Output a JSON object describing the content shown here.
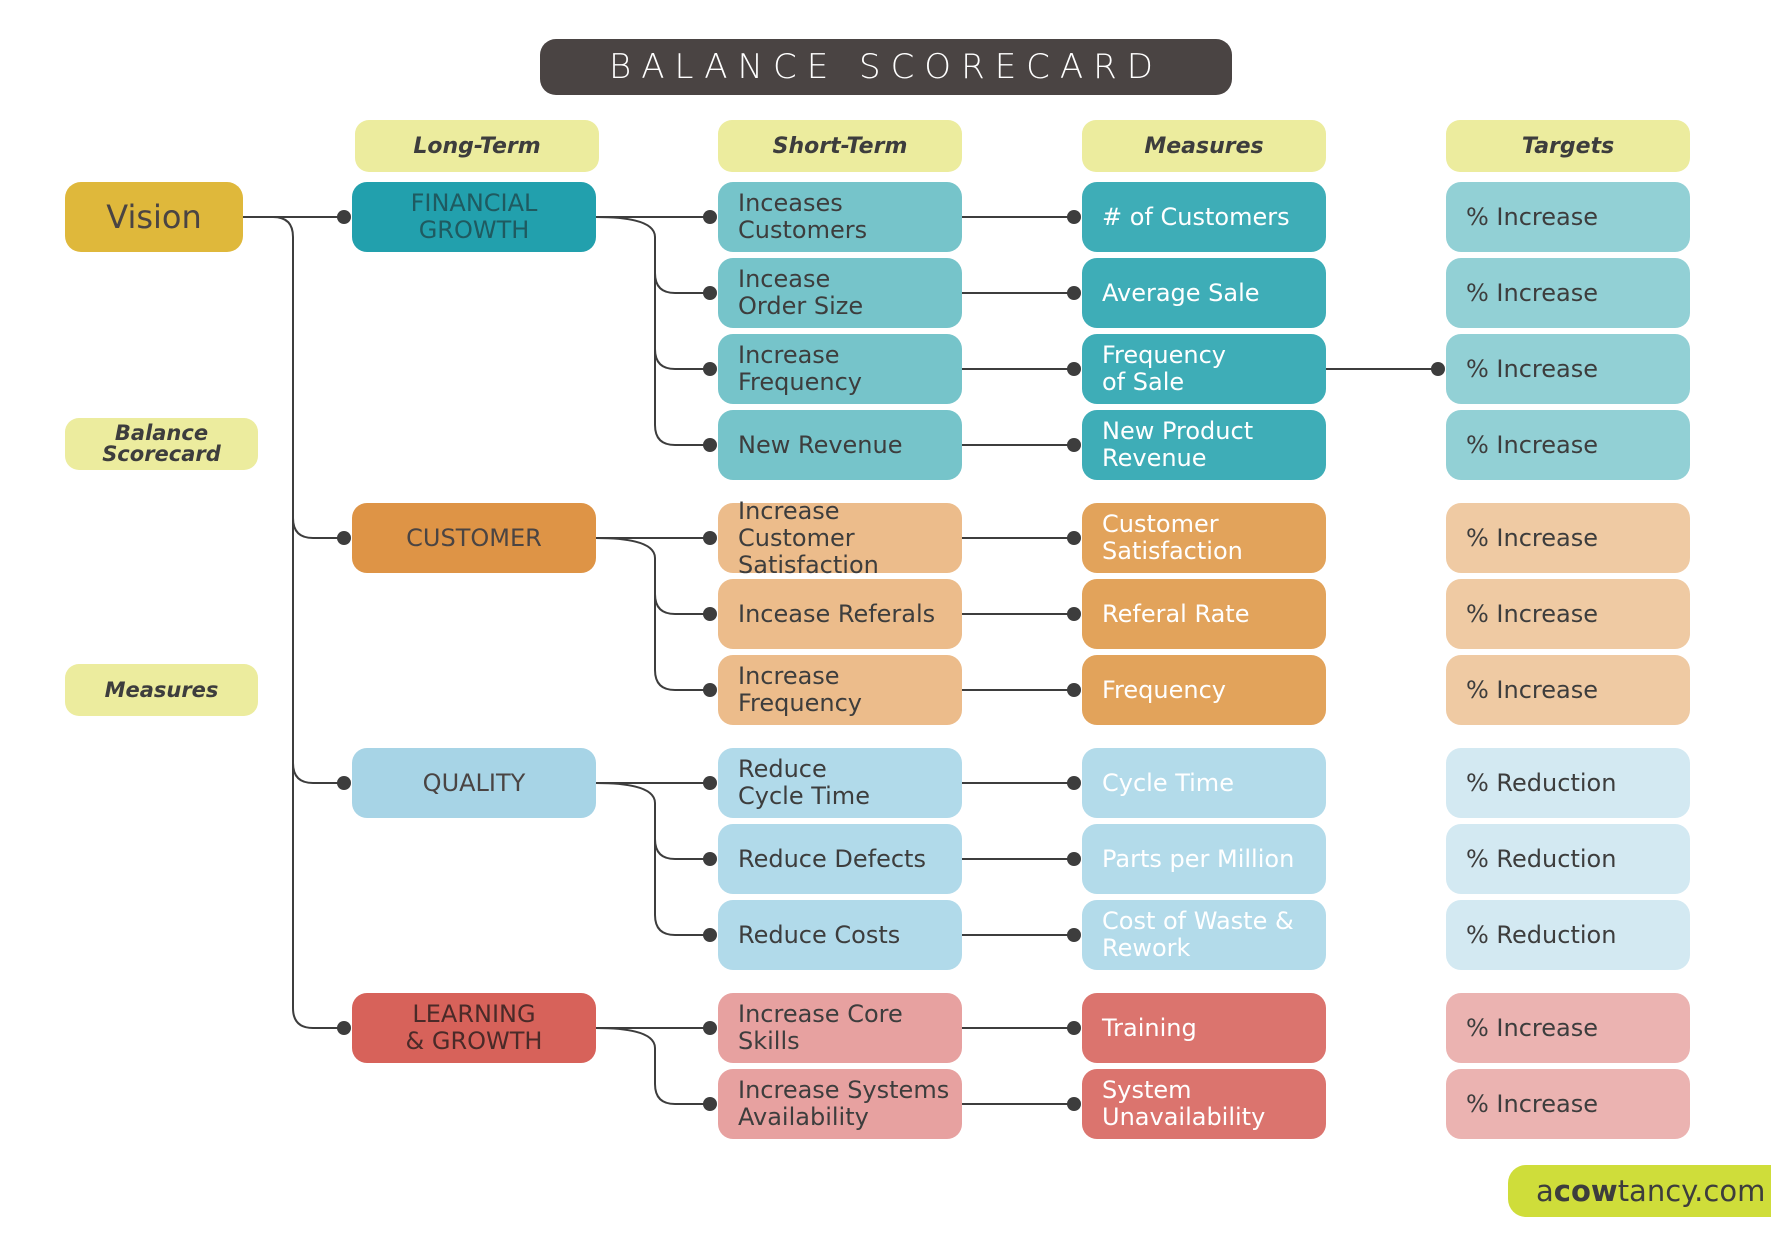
{
  "title": "BALANCE SCORECARD",
  "headers": {
    "long_term": "Long-Term",
    "short_term": "Short-Term",
    "measures": "Measures",
    "targets": "Targets"
  },
  "side_labels": {
    "vision": "Vision",
    "balance_scorecard": "Balance\nScorecard",
    "measures": "Measures"
  },
  "brand": {
    "pre": "a",
    "bold": "cow",
    "post": "tancy.com"
  },
  "categories": [
    {
      "name": "FINANCIAL\nGROWTH",
      "colors": {
        "cat": "#22a0ad",
        "cat_text": "#1f5a60",
        "st": "#76c4ca",
        "ms": "#3eadb7",
        "tg": "#92d0d5"
      },
      "rows": [
        {
          "short_term": "Inceases\nCustomers",
          "measure": "# of Customers",
          "target": "% Increase"
        },
        {
          "short_term": "Incease\nOrder Size",
          "measure": "Average Sale",
          "target": "% Increase"
        },
        {
          "short_term": "Increase\nFrequency",
          "measure": "Frequency\nof Sale",
          "target": "% Increase"
        },
        {
          "short_term": "New Revenue",
          "measure": "New Product\nRevenue",
          "target": "% Increase"
        }
      ]
    },
    {
      "name": "CUSTOMER",
      "colors": {
        "cat": "#de9446",
        "cat_text": "#4a4443",
        "st": "#ecbc8b",
        "ms": "#e2a35b",
        "tg": "#efcaa3"
      },
      "rows": [
        {
          "short_term": "Increase Customer\nSatisfaction",
          "measure": "Customer\nSatisfaction",
          "target": "% Increase"
        },
        {
          "short_term": "Incease Referals",
          "measure": "Referal Rate",
          "target": "% Increase"
        },
        {
          "short_term": "Increase\nFrequency",
          "measure": "Frequency",
          "target": "% Increase"
        }
      ]
    },
    {
      "name": "QUALITY",
      "colors": {
        "cat": "#a7d4e6",
        "cat_text": "#4a4443",
        "st": "#b1daea",
        "ms": "#b3dbea",
        "tg": "#d3e9f2"
      },
      "rows": [
        {
          "short_term": "Reduce\nCycle Time",
          "measure": "Cycle Time",
          "target": "% Reduction"
        },
        {
          "short_term": "Reduce Defects",
          "measure": "Parts per Million",
          "target": "% Reduction"
        },
        {
          "short_term": "Reduce Costs",
          "measure": "Cost of Waste &\nRework",
          "target": "% Reduction"
        }
      ]
    },
    {
      "name": "LEARNING\n& GROWTH",
      "colors": {
        "cat": "#d7625a",
        "cat_text": "#4a2a28",
        "st": "#e7a1a0",
        "ms": "#db746e",
        "tg": "#ebb3b1"
      },
      "rows": [
        {
          "short_term": "Increase Core\nSkills",
          "measure": "Training",
          "target": "% Increase"
        },
        {
          "short_term": "Increase Systems\nAvailability",
          "measure": "System\nUnavailability",
          "target": "% Increase"
        }
      ]
    }
  ]
}
